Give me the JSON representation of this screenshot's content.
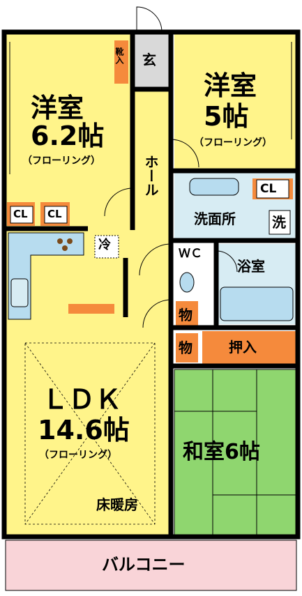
{
  "rooms": {
    "bedroom_west": {
      "name": "洋室",
      "size": "6.2帖",
      "floor": "（フローリング）"
    },
    "bedroom_east": {
      "name": "洋室",
      "size": "5帖",
      "floor": "（フローリング）"
    },
    "ldk": {
      "name": "ＬＤＫ",
      "size": "14.6帖",
      "floor": "（フローリング）",
      "heating": "床暖房"
    },
    "washitsu": {
      "name": "和室6帖"
    },
    "balcony": {
      "name": "バルコニー"
    },
    "hall": {
      "name": "ホール"
    },
    "entrance": {
      "name": "玄"
    },
    "shoe_box": {
      "name": "靴入"
    },
    "washroom": {
      "name": "洗面所"
    },
    "washer": {
      "name": "洗"
    },
    "toilet": {
      "name": "ＷＣ"
    },
    "bathroom": {
      "name": "浴室"
    },
    "fridge": {
      "name": "冷"
    },
    "closet_labels": [
      "CL",
      "CL",
      "CL"
    ],
    "storage_1": {
      "name": "物"
    },
    "storage_2": {
      "name": "物"
    },
    "oshiire": {
      "name": "押入"
    }
  },
  "colors": {
    "wall": "#000000",
    "yellow_floor": "#fff48a",
    "tatami": "#8fd66f",
    "balcony": "#f9d4d8",
    "orange_storage": "#f58a3c",
    "wet_area": "#d7ecf3",
    "fixture_blue": "#b7dcef",
    "grey_entrance": "#d9d9d9"
  }
}
